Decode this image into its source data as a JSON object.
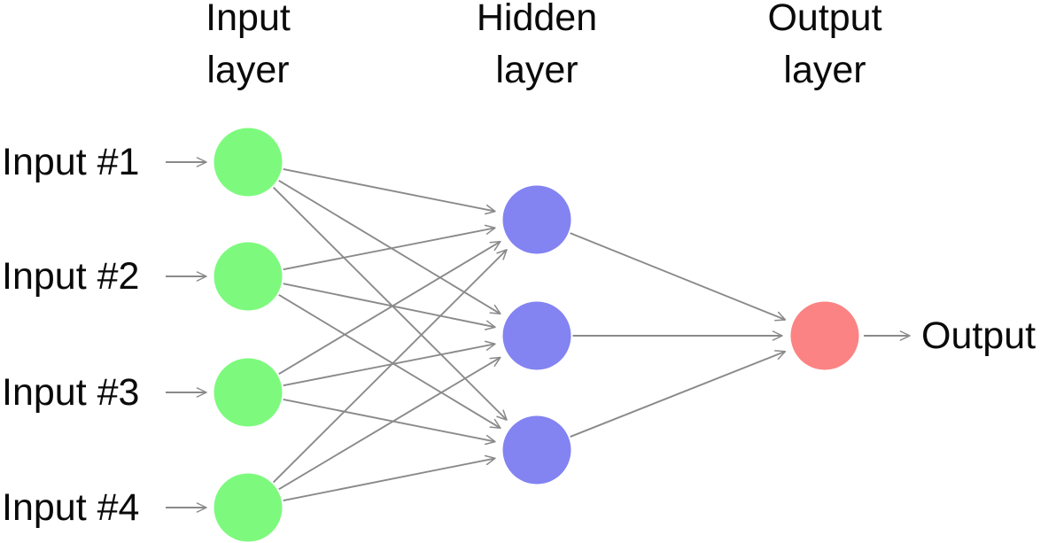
{
  "diagram": {
    "type": "neural-network",
    "headers": [
      "Input\nlayer",
      "Hidden\nlayer",
      "Output\nlayer"
    ],
    "input_labels": [
      "Input #1",
      "Input #2",
      "Input #3",
      "Input #4"
    ],
    "hidden_node_count": 3,
    "output_label": "Output",
    "connectivity": "fully-connected",
    "colors": {
      "input_node": "#7dfa7d",
      "hidden_node": "#8383f2",
      "output_node": "#fc8383",
      "arrow": "#8a8a8a",
      "text": "#0a0a0a"
    }
  }
}
